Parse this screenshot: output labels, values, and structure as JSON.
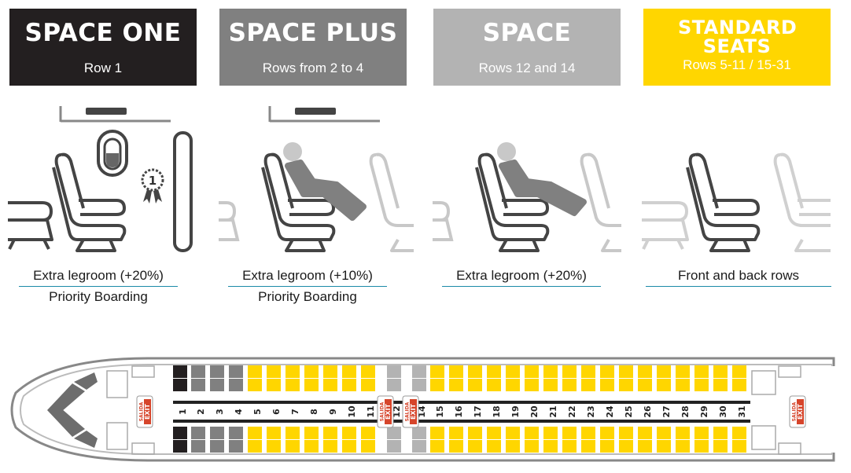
{
  "colors": {
    "space_one": "#231f20",
    "space_plus": "#808080",
    "space": "#b3b3b3",
    "standard": "#ffd600",
    "accent_line": "#1b8aa8",
    "exit_red": "#d6452b"
  },
  "cards": [
    {
      "title": "SPACE ONE",
      "subtitle": "Row 1"
    },
    {
      "title": "SPACE PLUS",
      "subtitle": "Rows from 2 to 4"
    },
    {
      "title": "SPACE",
      "subtitle": "Rows 12 and 14"
    },
    {
      "title": "STANDARD SEATS",
      "subtitle": "Rows 5-11 / 15-31"
    }
  ],
  "features": [
    {
      "line1": "Extra legroom (+20%)",
      "line2": "Priority Boarding"
    },
    {
      "line1": "Extra legroom (+10%)",
      "line2": "Priority Boarding"
    },
    {
      "line1": "Extra legroom (+20%)",
      "line2": ""
    },
    {
      "line1": "Front and back rows",
      "line2": ""
    }
  ],
  "icons": {
    "badge": "award-ribbon-icon",
    "window": "window-icon",
    "bin": "overhead-bin-icon",
    "seat": "seat-icon",
    "passenger": "passenger-icon"
  },
  "badge_number": "1",
  "seatmap": {
    "rows": [
      "1",
      "2",
      "3",
      "4",
      "5",
      "6",
      "7",
      "8",
      "9",
      "10",
      "11",
      "12",
      "14",
      "15",
      "16",
      "17",
      "18",
      "19",
      "20",
      "21",
      "22",
      "23",
      "24",
      "25",
      "26",
      "27",
      "28",
      "29",
      "30",
      "31"
    ],
    "row_class": [
      "one",
      "plus",
      "plus",
      "plus",
      "std",
      "std",
      "std",
      "std",
      "std",
      "std",
      "std",
      "space",
      "space",
      "std",
      "std",
      "std",
      "std",
      "std",
      "std",
      "std",
      "std",
      "std",
      "std",
      "std",
      "std",
      "std",
      "std",
      "std",
      "std",
      "std"
    ],
    "exit_sign": {
      "top": "SALIDA",
      "main": "EXIT"
    }
  }
}
